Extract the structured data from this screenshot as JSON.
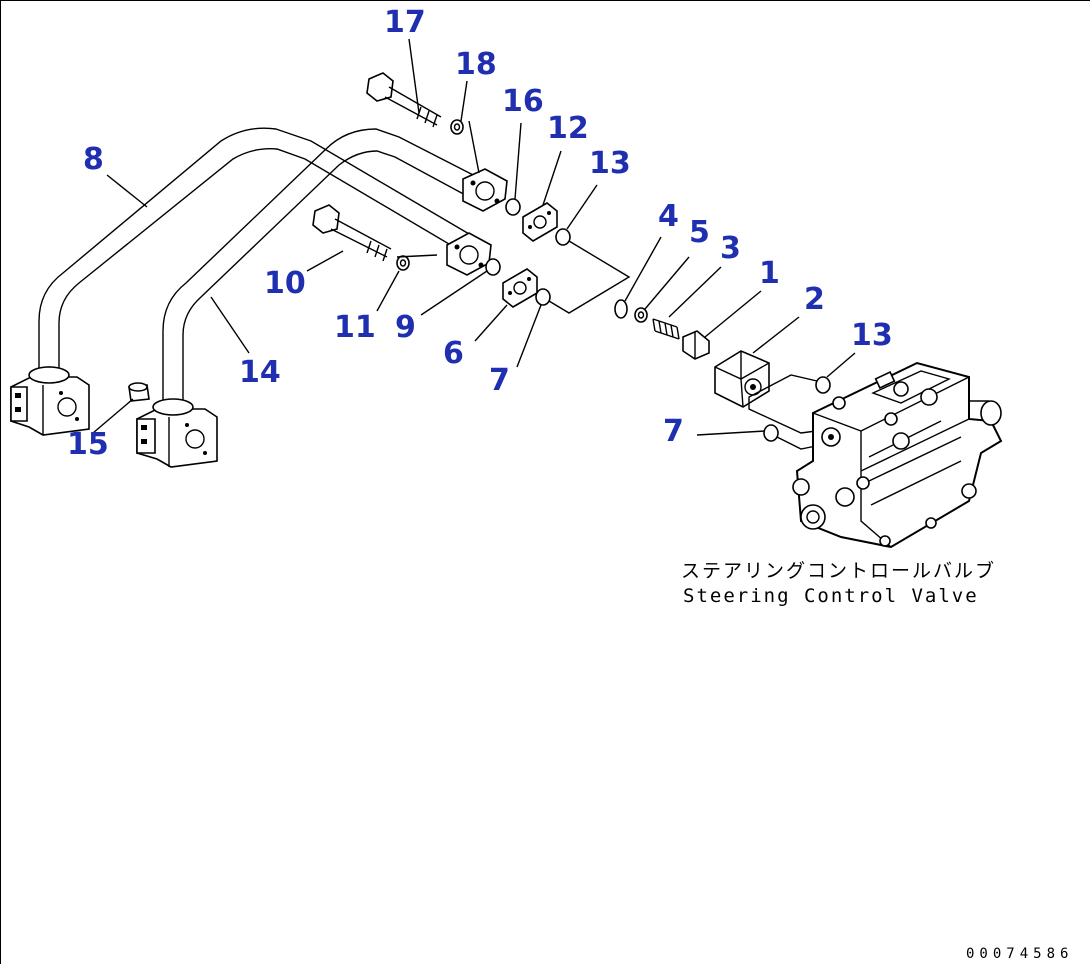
{
  "diagram": {
    "callouts": [
      {
        "id": "17",
        "label": "17"
      },
      {
        "id": "18",
        "label": "18"
      },
      {
        "id": "16",
        "label": "16"
      },
      {
        "id": "12",
        "label": "12"
      },
      {
        "id": "13a",
        "label": "13"
      },
      {
        "id": "8",
        "label": "8"
      },
      {
        "id": "4",
        "label": "4"
      },
      {
        "id": "5",
        "label": "5"
      },
      {
        "id": "3",
        "label": "3"
      },
      {
        "id": "1",
        "label": "1"
      },
      {
        "id": "2",
        "label": "2"
      },
      {
        "id": "10",
        "label": "10"
      },
      {
        "id": "11",
        "label": "11"
      },
      {
        "id": "9",
        "label": "9"
      },
      {
        "id": "6",
        "label": "6"
      },
      {
        "id": "13b",
        "label": "13"
      },
      {
        "id": "14",
        "label": "14"
      },
      {
        "id": "7a",
        "label": "7"
      },
      {
        "id": "15",
        "label": "15"
      },
      {
        "id": "7b",
        "label": "7"
      }
    ],
    "caption_jp": "ステアリングコントロールバルブ",
    "caption_en": "Steering Control Valve",
    "doc_id": "00074586",
    "colors": {
      "callout": "#1f2fb0",
      "line": "#000000",
      "background": "#ffffff"
    }
  }
}
